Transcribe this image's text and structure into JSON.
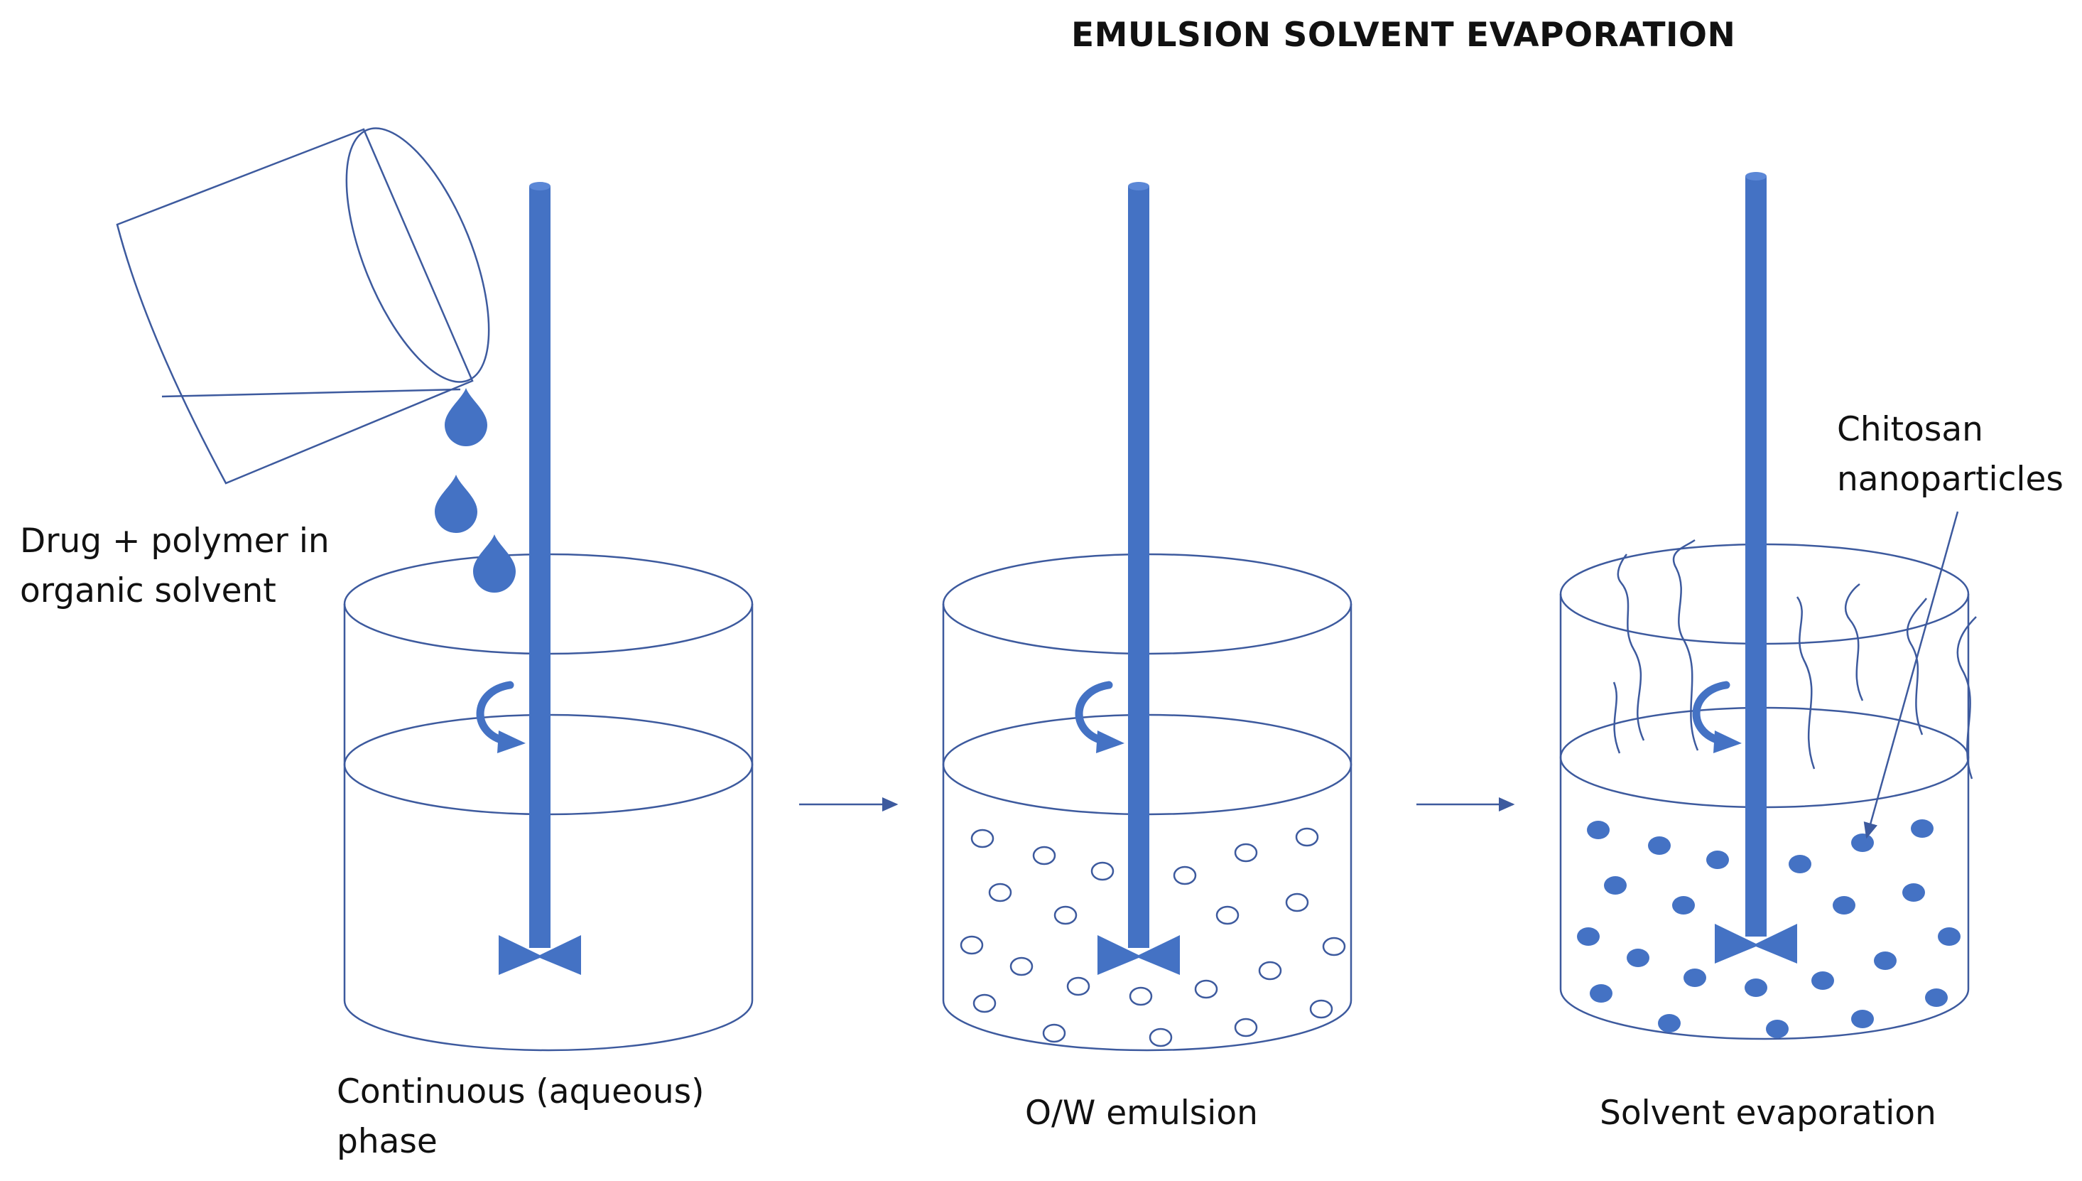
{
  "title": "EMULSION SOLVENT EVAPORATION",
  "labels": {
    "drug_line1": "Drug + polymer in",
    "drug_line2": "organic solvent",
    "continuous_line1": "Continuous (aqueous)",
    "continuous_line2": "phase",
    "emulsion": "O/W emulsion",
    "evaporation": "Solvent evaporation",
    "chitosan_line1": "Chitosan",
    "chitosan_line2": "nanoparticles"
  },
  "colors": {
    "outline": "#3d5a9e",
    "stirrer": "#4472c4",
    "text": "#111111"
  },
  "icons": [
    "pouring-beaker-icon",
    "droplet-icon",
    "stirrer-rod-icon",
    "rotation-arrow-icon",
    "impeller-icon",
    "emulsion-droplet-icon",
    "nanoparticle-icon",
    "vapor-icon",
    "process-arrow-icon"
  ]
}
